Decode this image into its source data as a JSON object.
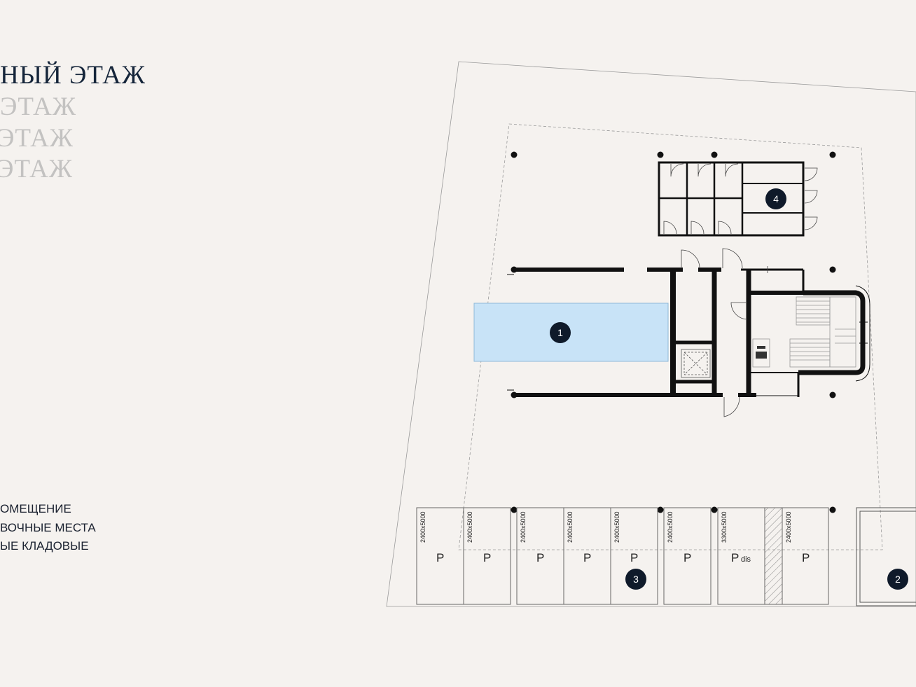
{
  "floor_menu": {
    "items": [
      {
        "label": "НЫЙ ЭТАЖ",
        "state": "active"
      },
      {
        "label": "ЭТАЖ",
        "state": "inactive"
      },
      {
        "label": "ЭТАЖ",
        "state": "inactive"
      },
      {
        "label": "ЭТАЖ",
        "state": "inactive"
      }
    ]
  },
  "legend": {
    "items": [
      {
        "label": "ОМЕЩЕНИЕ"
      },
      {
        "label": "ВОЧНЫЕ МЕСТА"
      },
      {
        "label": "ЫЕ КЛАДОВЫЕ"
      }
    ]
  },
  "plan": {
    "markers": [
      "1",
      "2",
      "3",
      "4"
    ],
    "parking": {
      "spots": [
        {
          "dim": "2400x5000",
          "label": "P",
          "sub": ""
        },
        {
          "dim": "2400x5000",
          "label": "P",
          "sub": ""
        },
        {
          "dim": "2400x5000",
          "label": "P",
          "sub": ""
        },
        {
          "dim": "2400x5000",
          "label": "P",
          "sub": ""
        },
        {
          "dim": "2400x5000",
          "label": "P",
          "sub": ""
        },
        {
          "dim": "2400x5000",
          "label": "P",
          "sub": ""
        },
        {
          "dim": "3300x5000",
          "label": "P",
          "sub": "dis"
        },
        {
          "dim": "2400x5000",
          "label": "P",
          "sub": ""
        }
      ]
    }
  },
  "colors": {
    "background": "#f5f2ef",
    "active_text": "#15253a",
    "inactive_text": "#c3c2c1",
    "marker": "#0f1a2a",
    "pool": "#c8e3f7",
    "wall": "#111111"
  },
  "icons": {
    "marker_badge": "circle-badge-icon",
    "elevator": "elevator-icon",
    "stairs": "stairs-icon",
    "column": "column-dot-icon"
  }
}
